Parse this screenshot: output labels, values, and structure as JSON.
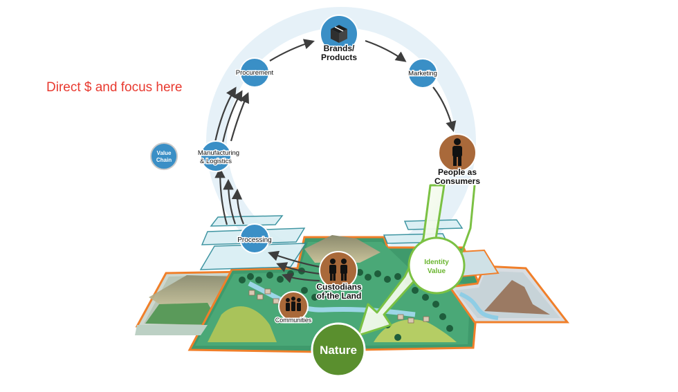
{
  "annotation": "Direct $ and focus here",
  "legend": {
    "label_line1": "Value",
    "label_line2": "Chain"
  },
  "chain": {
    "brands_line1": "Brands/",
    "brands_line2": "Products",
    "marketing": "Marketing",
    "procurement": "Procurement",
    "manufacturing_line1": "Manufacturing",
    "manufacturing_line2": "& Logistics",
    "processing": "Processing",
    "consumers_line1": "People as",
    "consumers_line2": "Consumers"
  },
  "landscape": {
    "custodians_line1": "Custodians",
    "custodians_line2": "of the Land",
    "communities": "Communities",
    "identity_line1": "Identity",
    "identity_line2": "Value",
    "nature": "Nature"
  },
  "colors": {
    "node_blue": "#3a8fc6",
    "ring": "#e6f1f8",
    "arrow": "#3d3d3d",
    "person_brown": "#a9693a",
    "green": "#7bc143",
    "nature_green": "#5a8f2e",
    "annotation_red": "#e8392f",
    "land_border": "#f07f2a"
  }
}
